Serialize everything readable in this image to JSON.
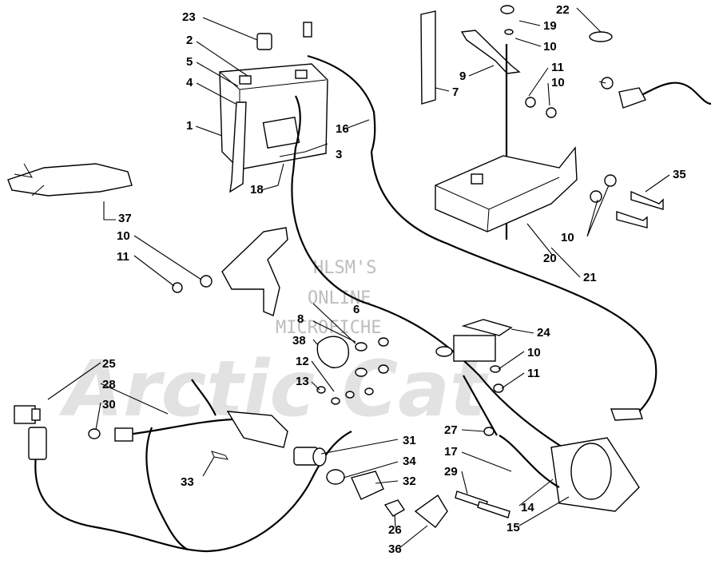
{
  "watermark": {
    "line1": "HLSM'S",
    "line2": "ONLINE",
    "line3": "MICROFICHE",
    "brand": "Arctic Cat"
  },
  "callouts": [
    {
      "id": "c1",
      "number": "1"
    },
    {
      "id": "c2",
      "number": "2"
    },
    {
      "id": "c3",
      "number": "3"
    },
    {
      "id": "c4",
      "number": "4"
    },
    {
      "id": "c5",
      "number": "5"
    },
    {
      "id": "c6",
      "number": "6"
    },
    {
      "id": "c7",
      "number": "7"
    },
    {
      "id": "c8",
      "number": "8"
    },
    {
      "id": "c9",
      "number": "9"
    },
    {
      "id": "c10a",
      "number": "10"
    },
    {
      "id": "c10b",
      "number": "10"
    },
    {
      "id": "c10c",
      "number": "10"
    },
    {
      "id": "c10d",
      "number": "10"
    },
    {
      "id": "c10e",
      "number": "10"
    },
    {
      "id": "c11a",
      "number": "11"
    },
    {
      "id": "c11b",
      "number": "11"
    },
    {
      "id": "c11c",
      "number": "11"
    },
    {
      "id": "c12",
      "number": "12"
    },
    {
      "id": "c13",
      "number": "13"
    },
    {
      "id": "c14",
      "number": "14"
    },
    {
      "id": "c15",
      "number": "15"
    },
    {
      "id": "c16",
      "number": "16"
    },
    {
      "id": "c17",
      "number": "17"
    },
    {
      "id": "c18",
      "number": "18"
    },
    {
      "id": "c19",
      "number": "19"
    },
    {
      "id": "c20",
      "number": "20"
    },
    {
      "id": "c21",
      "number": "21"
    },
    {
      "id": "c22",
      "number": "22"
    },
    {
      "id": "c23",
      "number": "23"
    },
    {
      "id": "c24",
      "number": "24"
    },
    {
      "id": "c25",
      "number": "25"
    },
    {
      "id": "c26",
      "number": "26"
    },
    {
      "id": "c27",
      "number": "27"
    },
    {
      "id": "c28",
      "number": "28"
    },
    {
      "id": "c29",
      "number": "29"
    },
    {
      "id": "c30",
      "number": "30"
    },
    {
      "id": "c31",
      "number": "31"
    },
    {
      "id": "c32",
      "number": "32"
    },
    {
      "id": "c33",
      "number": "33"
    },
    {
      "id": "c34",
      "number": "34"
    },
    {
      "id": "c35",
      "number": "35"
    },
    {
      "id": "c36",
      "number": "36"
    },
    {
      "id": "c37",
      "number": "37"
    },
    {
      "id": "c38",
      "number": "38"
    }
  ]
}
